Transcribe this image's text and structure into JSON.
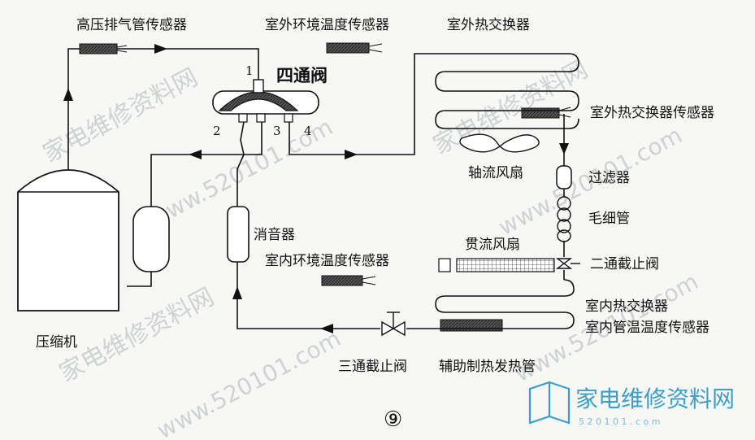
{
  "labels": {
    "high_pressure_sensor": "高压排气管传感器",
    "outdoor_ambient_sensor": "室外环境温度传感器",
    "outdoor_hx": "室外热交换器",
    "four_way_valve": "四通阀",
    "port_1": "1",
    "port_2": "2",
    "port_3": "3",
    "port_4": "4",
    "outdoor_hx_sensor": "室外热交换器传感器",
    "axial_fan": "轴流风扇",
    "filter": "过滤器",
    "capillary": "毛细管",
    "two_way_valve": "二通截止阀",
    "cross_flow_fan": "贯流风扇",
    "muffler": "消音器",
    "indoor_ambient_sensor": "室内环境温度传感器",
    "indoor_hx": "室内热交换器",
    "indoor_pipe_sensor": "室内管温温度传感器",
    "compressor": "压缩机",
    "three_way_valve": "三通截止阀",
    "aux_heater": "辅助制热发热管",
    "figure_number": "⑨"
  },
  "watermark": {
    "brand_text": "家电维修资料网",
    "site_url": "5 2 0 1 0 1 . c o m",
    "bg_text_cn": "家电维修资料网",
    "bg_text_url": "www.520101.com",
    "brand_color": "#3aa0c8"
  }
}
